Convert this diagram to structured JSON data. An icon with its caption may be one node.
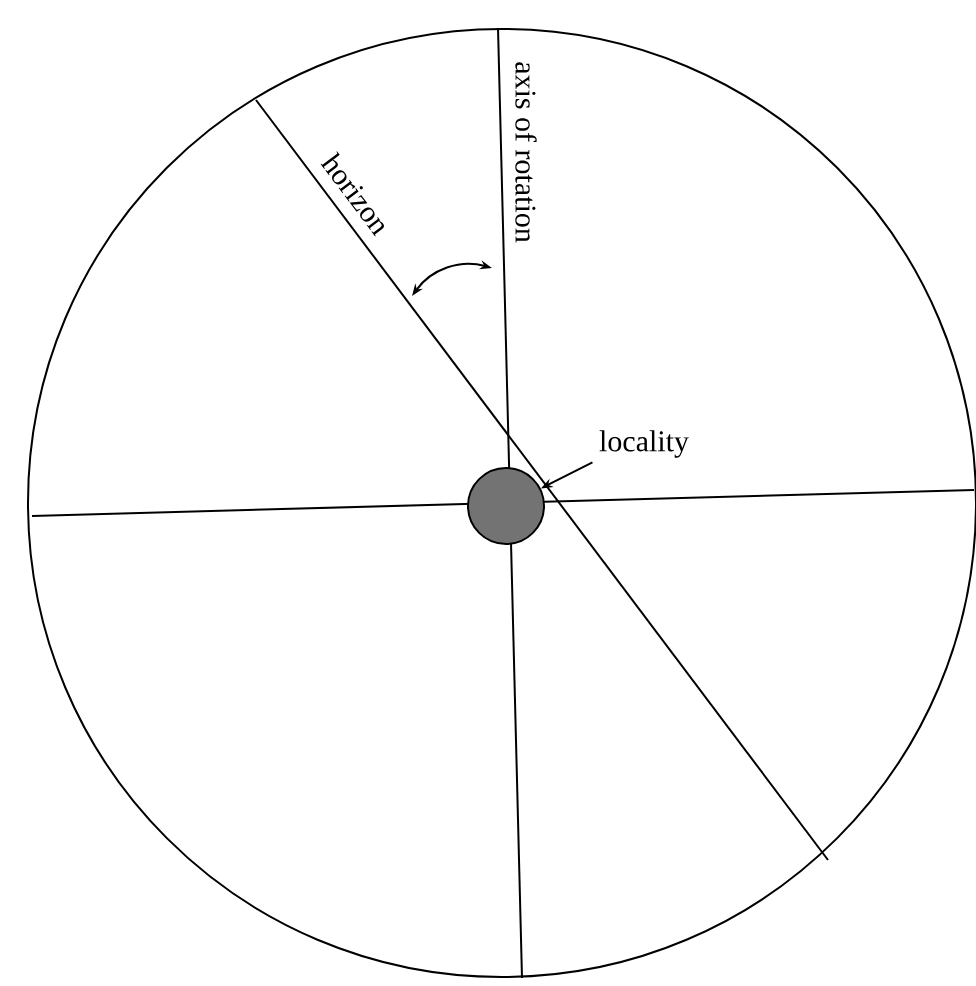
{
  "diagram": {
    "nodes": [
      {
        "text": [
          "locality"
        ]
      },
      {
        "text": [],
        "shape": "circle"
      }
    ],
    "edges": [
      {
        "from": 0,
        "to": 1,
        "arrow": "to"
      }
    ],
    "labels": [
      "horizon",
      "axis of rotation"
    ]
  }
}
